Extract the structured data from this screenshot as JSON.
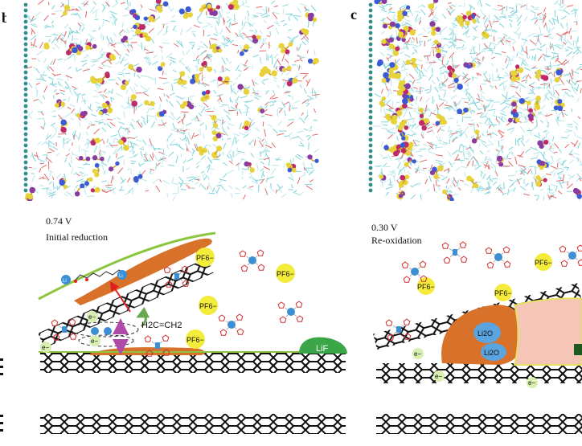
{
  "panels": {
    "b": {
      "letter": "b"
    },
    "c": {
      "letter": "c"
    }
  },
  "schematic_left": {
    "voltage": "0.74 V",
    "stage": "Initial reduction",
    "species": {
      "pf6": "PF6−",
      "ethylene": "H2C=CH2",
      "electron": "e−",
      "li": "Li",
      "lif": "LiF"
    }
  },
  "schematic_right": {
    "voltage": "0.30 V",
    "stage": "Re-oxidation",
    "species": {
      "pf6": "PF6−",
      "electron": "e−",
      "li2o": "Li2O"
    }
  },
  "colors": {
    "sei_orange": "#d8722a",
    "lif_green": "#3aa648",
    "pf6_yellow": "#f4ec3a",
    "li_blue": "#3a8fd6",
    "li2o_blue": "#5aa4e0",
    "pink_phase": "#f5c6b8",
    "graphene_edge": "#8cc63f",
    "md_solvent": "#7fd3d8"
  }
}
